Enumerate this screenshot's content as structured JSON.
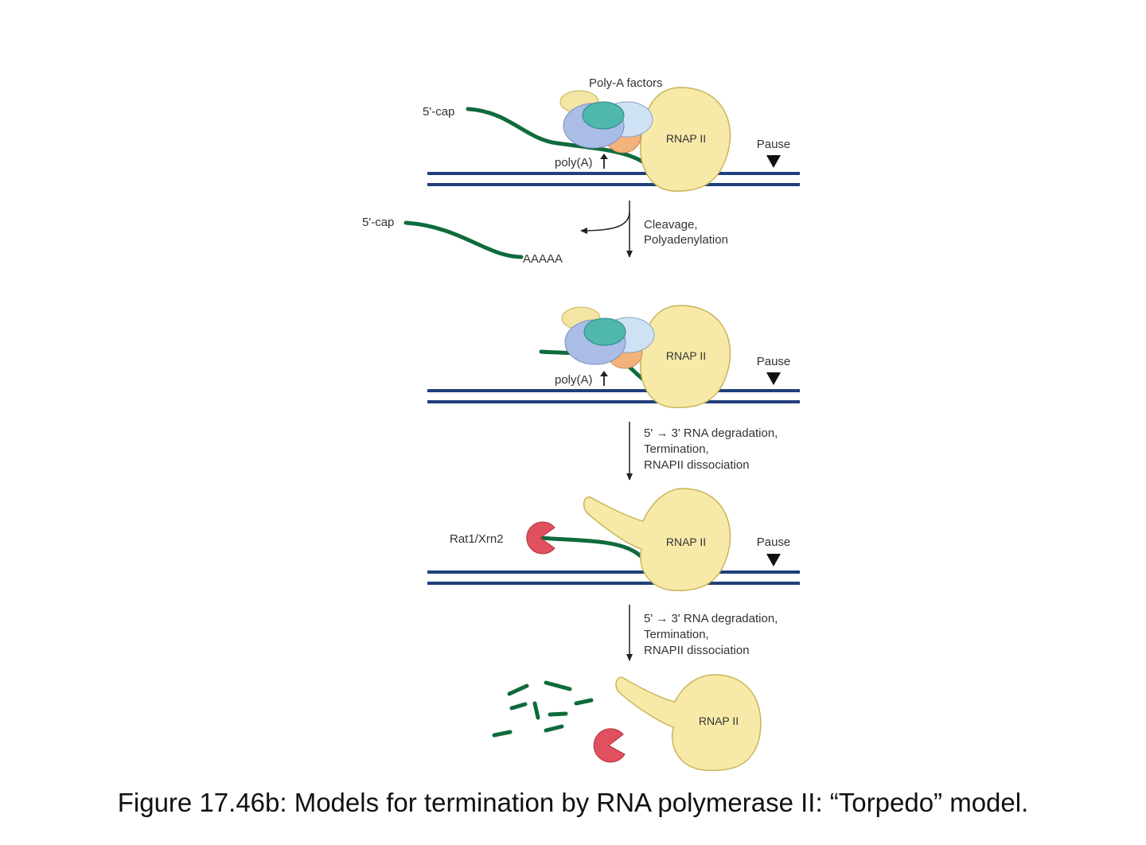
{
  "labels": {
    "poly_a_factors": "Poly-A factors",
    "five_cap": "5'-cap",
    "rnap": "RNAP II",
    "pause": "Pause",
    "poly_a": "poly(A)",
    "aaaaa": "AAAAA",
    "rat1": "Rat1/Xrn2"
  },
  "steps": {
    "step1": [
      "Cleavage,",
      "Polyadenylation"
    ],
    "step2": [
      "5' → 3' RNA degradation,",
      "Termination,",
      "RNAPII dissociation"
    ],
    "step3": [
      "5' → 3' RNA degradation,",
      "Termination,",
      "RNAPII dissociation"
    ]
  },
  "caption": "Figure 17.46b: Models for termination by RNA polymerase II: “Torpedo” model.",
  "colors": {
    "dna": "#1f3f7a",
    "rna": "#0f6b3c",
    "polymerase": "#f7eaa8",
    "polymerase_stroke": "#c9b45a",
    "exonuclease": "#e0505f",
    "factor_blue": "#a9bde6",
    "factor_teal": "#4fb7ad",
    "factor_light": "#cfe1f4",
    "factor_orange": "#f2b27a",
    "factor_yellow": "#f3e5a4"
  },
  "icons": {
    "pause": "down-triangle-icon",
    "exonuclease": "pacman-icon"
  }
}
